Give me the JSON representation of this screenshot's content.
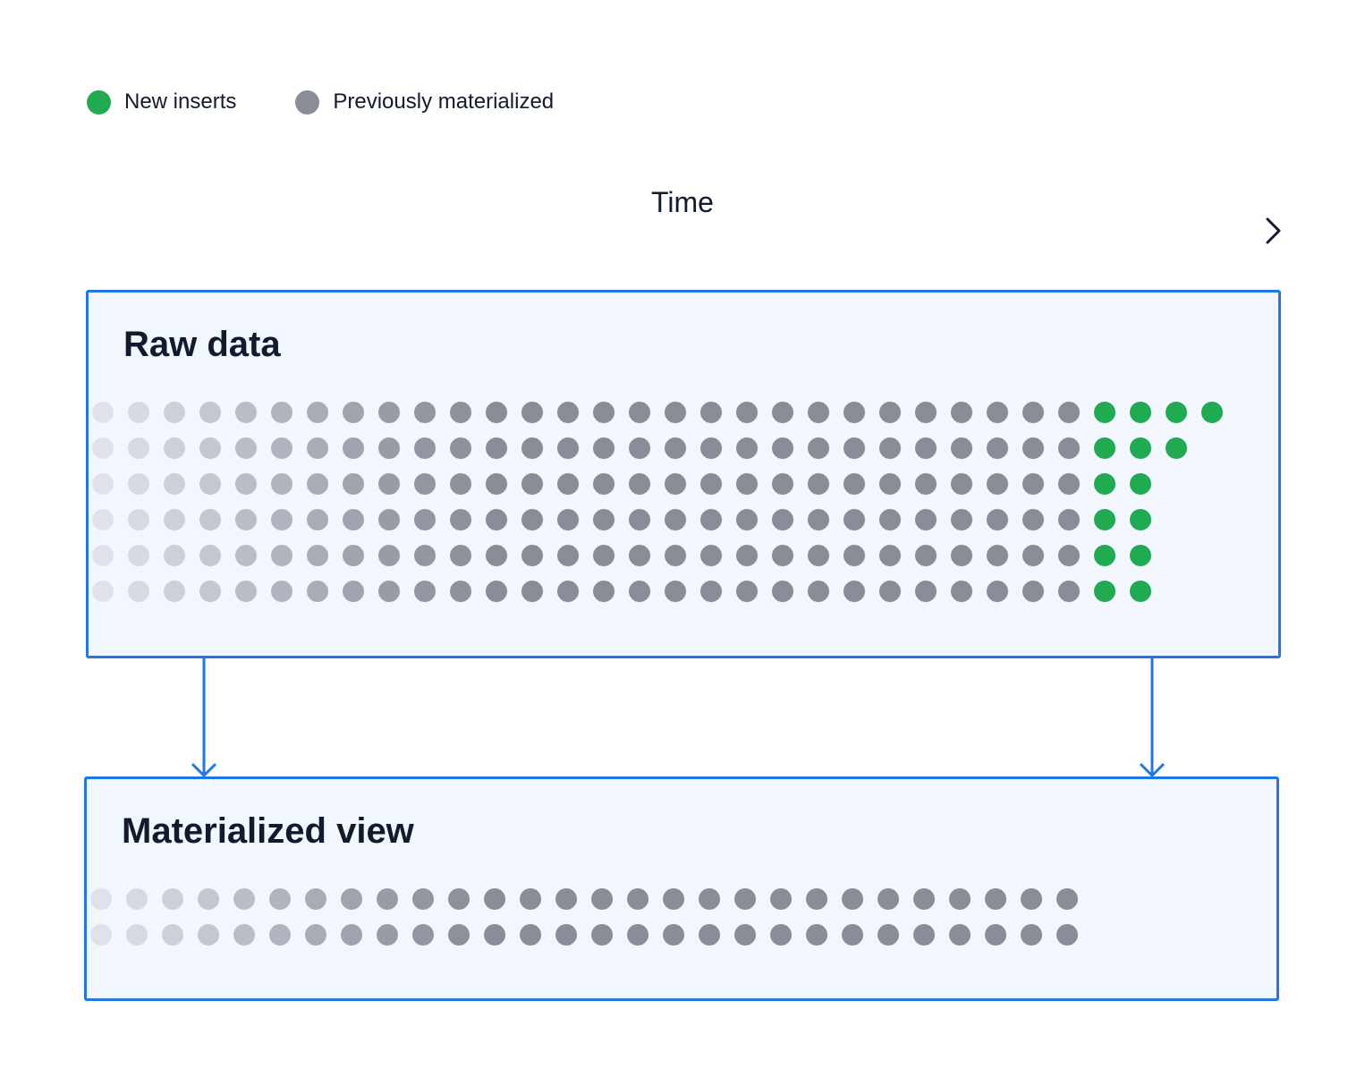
{
  "legend": {
    "items": [
      {
        "label": "New inserts",
        "color": "#20ab53"
      },
      {
        "label": "Previously materialized",
        "color": "#8a8d98"
      }
    ]
  },
  "time_axis": {
    "label": "Time"
  },
  "raw_panel": {
    "title": "Raw data",
    "rows": [
      {
        "previously_materialized": 28,
        "new_inserts": 4
      },
      {
        "previously_materialized": 28,
        "new_inserts": 3
      },
      {
        "previously_materialized": 28,
        "new_inserts": 2
      },
      {
        "previously_materialized": 28,
        "new_inserts": 2
      },
      {
        "previously_materialized": 28,
        "new_inserts": 2
      },
      {
        "previously_materialized": 28,
        "new_inserts": 2
      }
    ]
  },
  "view_panel": {
    "title": "Materialized view",
    "rows": [
      {
        "previously_materialized": 28,
        "new_inserts": 0
      },
      {
        "previously_materialized": 28,
        "new_inserts": 0
      }
    ]
  },
  "colors": {
    "accent_border": "#1f76e6",
    "panel_background": "#f2f6fe",
    "axis": "#111a2e",
    "new_insert_dot": "#20ab53",
    "materialized_dot": "#8a8d98"
  }
}
